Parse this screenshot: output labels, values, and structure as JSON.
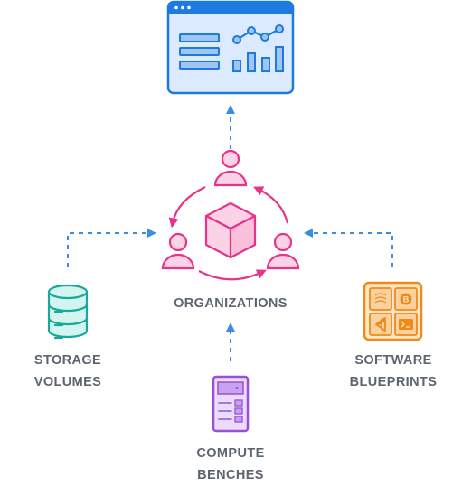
{
  "labels": {
    "organizations": "ORGANIZATIONS",
    "storage": [
      "STORAGE",
      "VOLUMES"
    ],
    "software": [
      "SOFTWARE",
      "BLUEPRINTS"
    ],
    "compute": [
      "COMPUTE",
      "BENCHES"
    ]
  },
  "icons": {
    "top": "dashboard-window-icon",
    "center": "cube-icon",
    "storage": "database-icon",
    "software": "software-blueprint-icon",
    "compute": "server-icon"
  },
  "colors": {
    "dashboard": "#1f7ae0",
    "dashboard_fill": "#dbeafe",
    "organizations": "#e8338a",
    "organizations_fill": "#fbd3e6",
    "storage": "#1aa89c",
    "storage_fill": "#d4f4ef",
    "software": "#f08a16",
    "software_fill": "#fde6cc",
    "compute": "#9b4fd6",
    "compute_fill": "#eadcfb",
    "arrows": "#3b8de0",
    "text": "#5d6570"
  }
}
